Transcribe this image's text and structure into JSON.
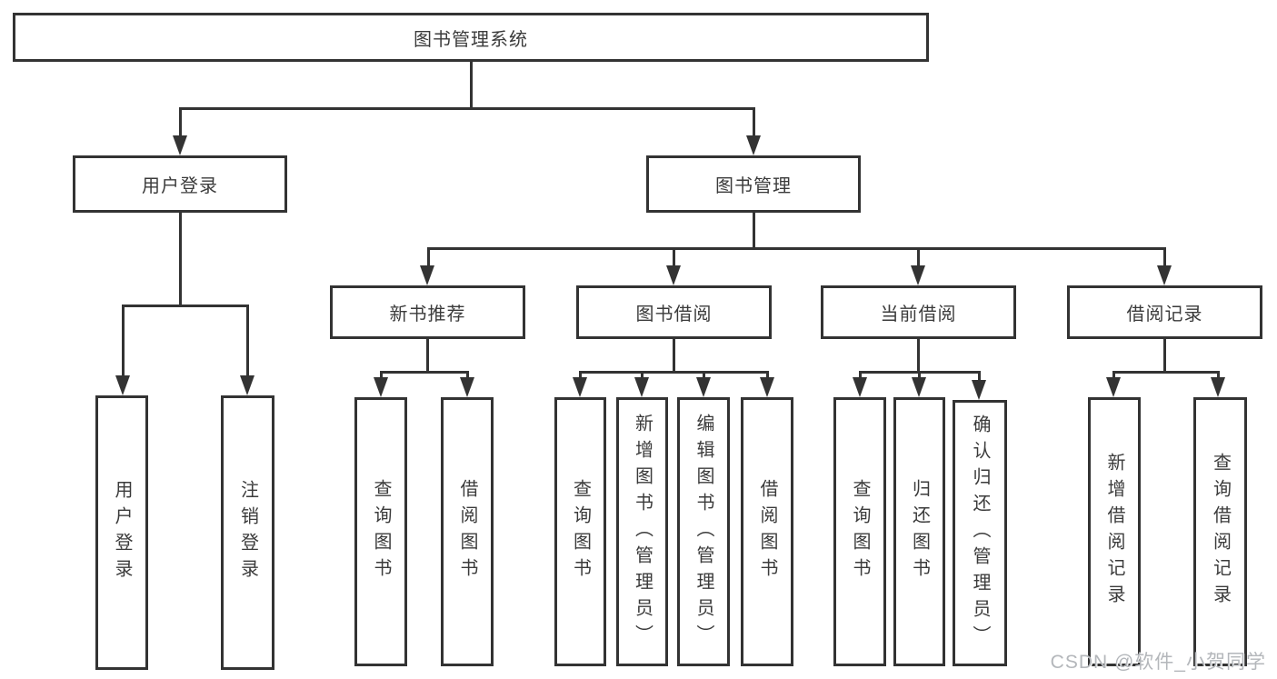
{
  "diagram_title": "图书管理系统",
  "colors": {
    "line": "#333333",
    "text": "#3b3b3b",
    "background": "#ffffff",
    "watermark": "#b4b7bb"
  },
  "tree": {
    "label": "图书管理系统",
    "children": [
      {
        "label": "用户登录",
        "children": [
          {
            "label": "用户登录"
          },
          {
            "label": "注销登录"
          }
        ]
      },
      {
        "label": "图书管理",
        "children": [
          {
            "label": "新书推荐",
            "children": [
              {
                "label": "查询图书"
              },
              {
                "label": "借阅图书"
              }
            ]
          },
          {
            "label": "图书借阅",
            "children": [
              {
                "label": "查询图书"
              },
              {
                "label": "新增图书（管理员）"
              },
              {
                "label": "编辑图书（管理员）"
              },
              {
                "label": "借阅图书"
              }
            ]
          },
          {
            "label": "当前借阅",
            "children": [
              {
                "label": "查询图书"
              },
              {
                "label": "归还图书"
              },
              {
                "label": "确认归还（管理员）"
              }
            ]
          },
          {
            "label": "借阅记录",
            "children": [
              {
                "label": "新增借阅记录"
              },
              {
                "label": "查询借阅记录"
              }
            ]
          }
        ]
      }
    ]
  },
  "watermark": {
    "text": "CSDN @软件_小贺同学"
  }
}
